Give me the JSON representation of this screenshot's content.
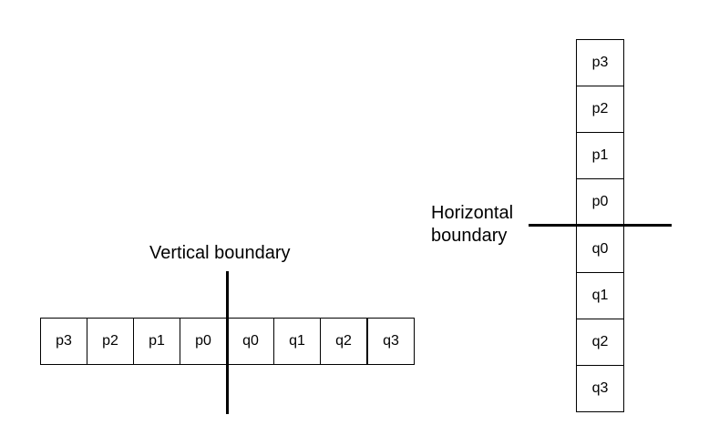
{
  "vertical_boundary_label": "Vertical boundary",
  "horizontal_boundary_label": "Horizontal\nboundary",
  "horizontal_row_cells": [
    "p3",
    "p2",
    "p1",
    "p0",
    "q0",
    "q1",
    "q2",
    "q3"
  ],
  "vertical_column_cells": [
    "p3",
    "p2",
    "p1",
    "p0",
    "q0",
    "q1",
    "q2",
    "q3"
  ]
}
